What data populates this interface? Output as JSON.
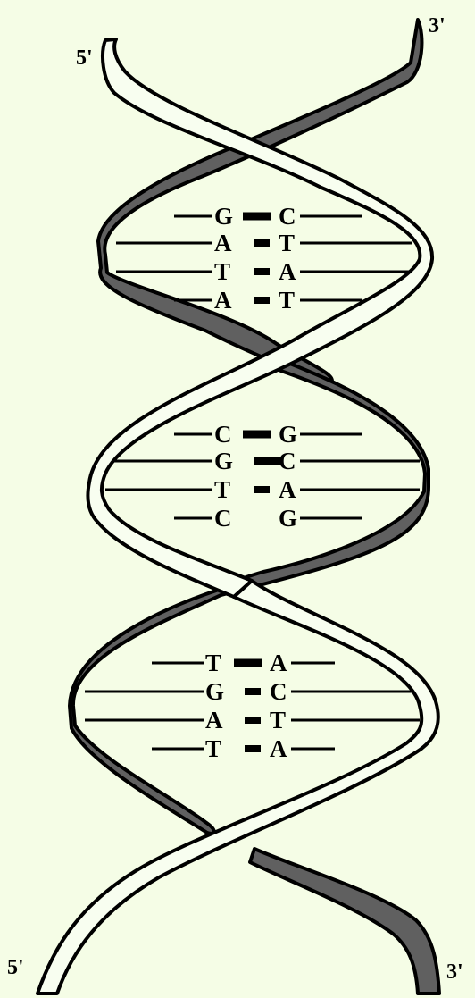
{
  "labels": {
    "strand_a_top": "5'",
    "strand_b_top": "3'",
    "strand_a_bottom": "5'",
    "strand_b_bottom": "3'"
  },
  "base_pairs": [
    {
      "left": "G",
      "right": "C",
      "bonds": 3
    },
    {
      "left": "A",
      "right": "T",
      "bonds": 2
    },
    {
      "left": "T",
      "right": "A",
      "bonds": 2
    },
    {
      "left": "A",
      "right": "T",
      "bonds": 2
    },
    {
      "left": "C",
      "right": "G",
      "bonds": 3
    },
    {
      "left": "G",
      "right": "C",
      "bonds": 3
    },
    {
      "left": "T",
      "right": "A",
      "bonds": 2
    },
    {
      "left": "C",
      "right": "G",
      "bonds": 0
    },
    {
      "left": "T",
      "right": "A",
      "bonds": 3
    },
    {
      "left": "G",
      "right": "C",
      "bonds": 2
    },
    {
      "left": "A",
      "right": "T",
      "bonds": 2
    },
    {
      "left": "T",
      "right": "A",
      "bonds": 2
    }
  ],
  "colors": {
    "background": "#f5fde6",
    "back_strand": "#606060",
    "front_strand": "#f8fef0",
    "outline": "#000000"
  }
}
